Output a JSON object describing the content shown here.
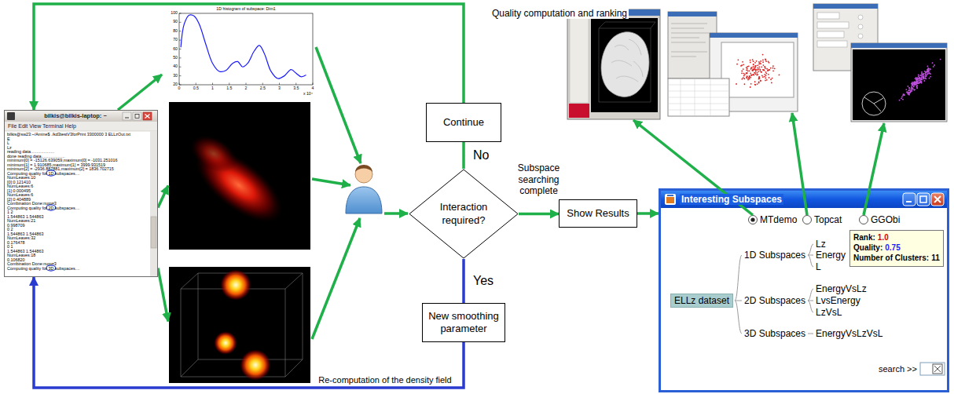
{
  "diagram": {
    "nodes": [
      {
        "text": [
          "bilkis@bilkis-laptop: ~",
          "File Edit View Terminal Help",
          "bilkis@sw23:~/Amine$ ./kd3testV3forPrint 3300000 3 ELLzOut.txt",
          "E",
          "L",
          "Lz",
          "reading data....................",
          "done reading data....................",
          "minimum[0] = -15126.639059,maximum[0] = -1031.251016",
          "minimum[1] = 1.910685,maximum[1] = 3999.931519",
          "minimum[2] = -2936.887881,maximum[2] = 1836.702715",
          "Computing quality for 1D subspaces....",
          "NumLeaves:10",
          "[0]:0.121410",
          "NumLeaves:6",
          "[1]:0.000495",
          "NumLeaves:6",
          "[2]:0.404889",
          "Combination Done:num=3",
          "Computing quality for 2D subspaces....",
          "1 2",
          "1.544863 1.544863",
          "NumLeaves:21",
          "0.998709",
          "0 2",
          "1.544863 1.544863",
          "NumLeaves:32",
          "0.176478",
          "0 1",
          "1.544863 1.544863",
          "NumLeaves:18",
          "0.106820",
          "Combination Done:num=3",
          "Computing quality for 3D subspaces...."
        ]
      },
      {
        "text": [
          "1D histogram of subspace: Dim1",
          "100",
          "90",
          "80",
          "70",
          "60",
          "50",
          "40",
          "30",
          "20",
          "0",
          "0.5",
          "1",
          "1.5",
          "2",
          "2.5",
          "3",
          "3.5",
          "4",
          "x 10⁴"
        ]
      },
      {
        "text": [
          "Continue"
        ]
      },
      {
        "text": [
          "Interaction required?"
        ]
      },
      {
        "text": [
          "New smoothing parameter"
        ]
      },
      {
        "text": [
          "Show Results"
        ]
      },
      {
        "text": [
          "Interesting Subspaces",
          "MTdemo",
          "Topcat",
          "GGObi",
          "1D Subspaces",
          "2D Subspaces",
          "3D Subspaces",
          "Lz",
          "Energy",
          "L",
          "EnergyVsLz",
          "LvsEnergy",
          "LzVsL",
          "EnergyVsLzVsL",
          "search >>"
        ]
      },
      {
        "text": [
          "ELLz dataset"
        ],
        "in": 6
      },
      {
        "text": [
          "Rank:",
          "1.0",
          "Quality:",
          "0.75",
          "Number of Clusters:",
          "11"
        ],
        "in": 6
      }
    ],
    "edges": [
      {
        "from": 0,
        "to": 1,
        "arrow": "to"
      },
      {
        "from": 3,
        "to": 2,
        "arrow": "none",
        "label": "No"
      },
      {
        "from": 2,
        "to": 0,
        "arrow": "to",
        "label": "Quality computation and ranking"
      },
      {
        "from": 3,
        "to": 4,
        "arrow": "none",
        "label": "Yes"
      },
      {
        "from": 4,
        "to": 0,
        "arrow": "to",
        "label": "Re-computation of the density field"
      },
      {
        "from": 3,
        "to": 5,
        "arrow": "to",
        "label": "Subspace searching complete"
      },
      {
        "from": 5,
        "to": 6,
        "arrow": "to"
      }
    ]
  }
}
